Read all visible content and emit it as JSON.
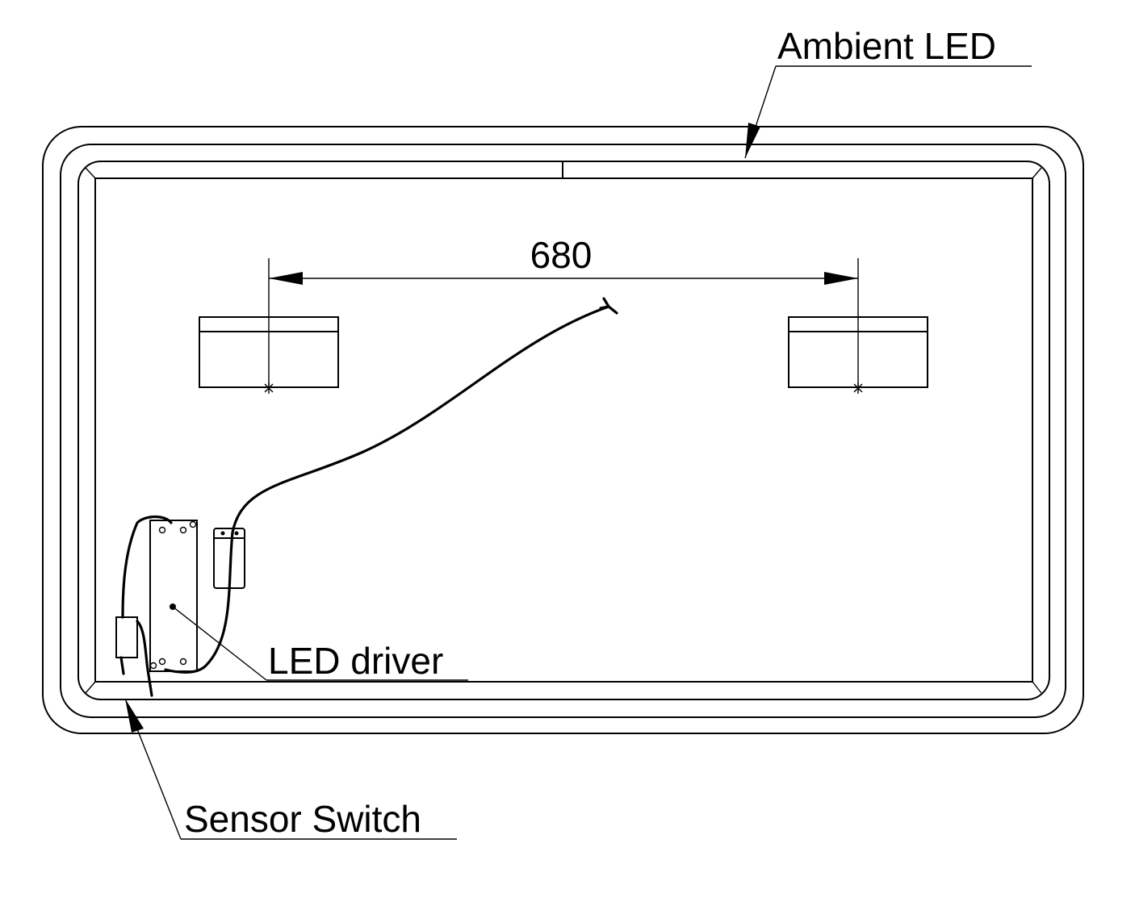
{
  "labels": {
    "ambient_led": "Ambient LED",
    "led_driver": "LED driver",
    "sensor_switch": "Sensor Switch"
  },
  "dimension": {
    "value": "680"
  }
}
